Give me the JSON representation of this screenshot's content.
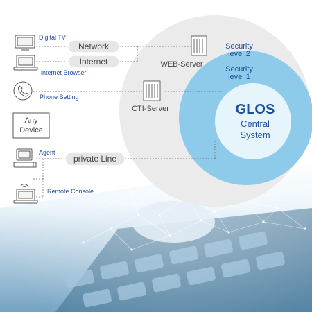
{
  "devices": {
    "digital_tv": "Digital TV",
    "internet_browser": "internet Browser",
    "phone_betting": "Phone Betting",
    "any_device_line1": "Any",
    "any_device_line2": "Device",
    "agent": "Agent",
    "remote_console": "Remote Console"
  },
  "channels": {
    "network": "Network",
    "internet": "Internet",
    "private_line": "private Line"
  },
  "servers": {
    "web_server": "WEB-Server",
    "cti_server": "CTI-Server"
  },
  "security": {
    "level2_line1": "Security",
    "level2_line2": "level 2",
    "level1_line1": "Security",
    "level1_line2": "level 1"
  },
  "core": {
    "title": "GLOS",
    "line1": "Central",
    "line2": "System"
  },
  "colors": {
    "label_blue": "#1f4f9c",
    "outer_circle": "#e9e9e9",
    "mid_circle": "#8ecbeb",
    "inner_circle": "#e6f4fc",
    "pill": "#e6e6e6",
    "text_gray": "#444444"
  }
}
